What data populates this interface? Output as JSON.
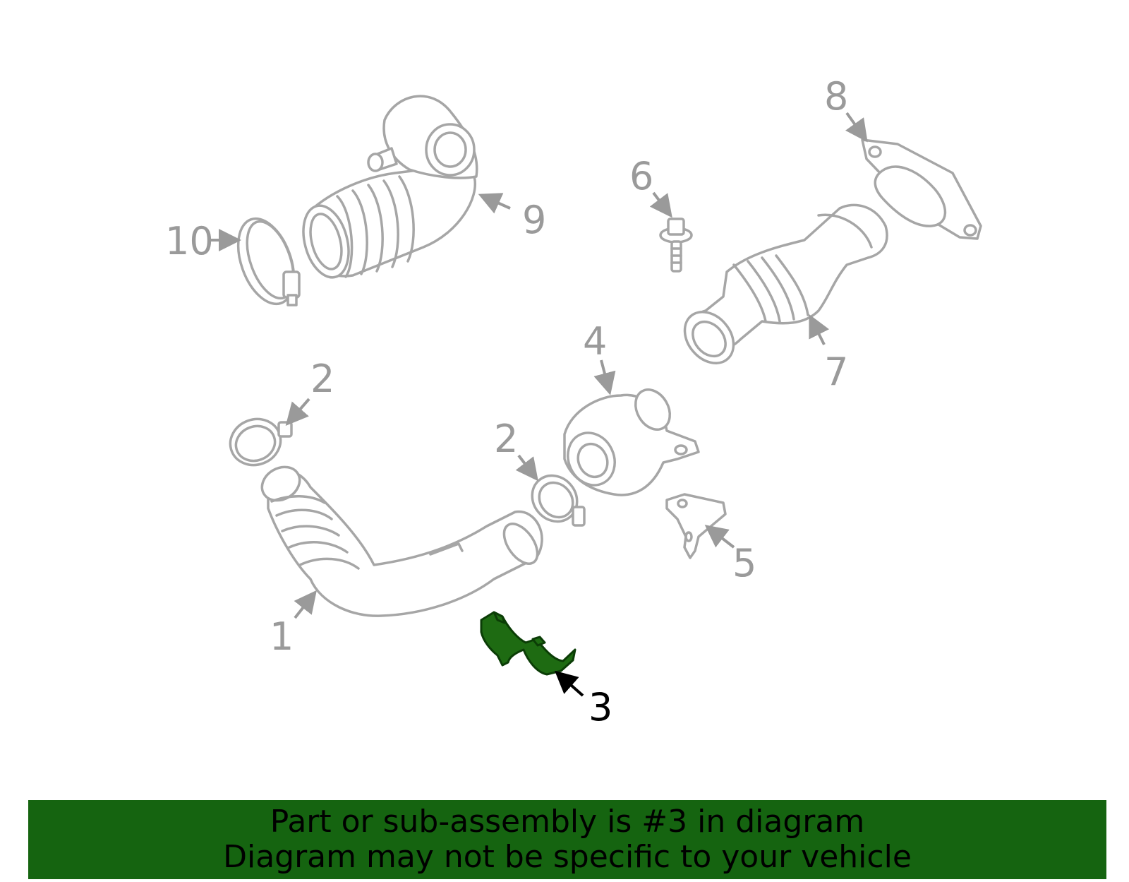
{
  "diagram": {
    "highlight_color": "#1e6b12",
    "part_color": "#a6a6a6",
    "callouts": [
      {
        "id": "1",
        "label": "1",
        "highlighted": false
      },
      {
        "id": "2a",
        "label": "2",
        "highlighted": false
      },
      {
        "id": "2b",
        "label": "2",
        "highlighted": false
      },
      {
        "id": "3",
        "label": "3",
        "highlighted": true
      },
      {
        "id": "4",
        "label": "4",
        "highlighted": false
      },
      {
        "id": "5",
        "label": "5",
        "highlighted": false
      },
      {
        "id": "6",
        "label": "6",
        "highlighted": false
      },
      {
        "id": "7",
        "label": "7",
        "highlighted": false
      },
      {
        "id": "8",
        "label": "8",
        "highlighted": false
      },
      {
        "id": "9",
        "label": "9",
        "highlighted": false
      },
      {
        "id": "10",
        "label": "10",
        "highlighted": false
      }
    ]
  },
  "banner": {
    "line1": "Part or sub-assembly is #3 in diagram",
    "line2": "Diagram may not be specific to your vehicle",
    "background": "#156410"
  }
}
